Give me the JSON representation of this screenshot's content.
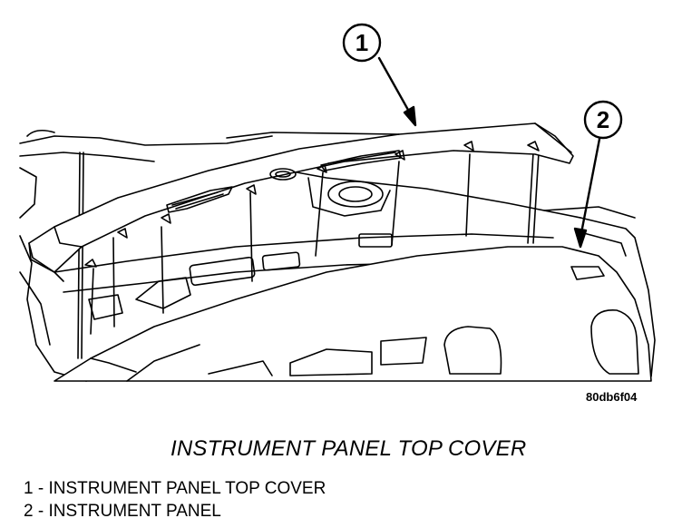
{
  "callouts": [
    {
      "number": "1"
    },
    {
      "number": "2"
    }
  ],
  "figure_code": "80db6f04",
  "caption": "INSTRUMENT PANEL TOP COVER",
  "legend": [
    {
      "number": "1",
      "text": "INSTRUMENT PANEL TOP COVER"
    },
    {
      "number": "2",
      "text": "INSTRUMENT PANEL"
    }
  ]
}
